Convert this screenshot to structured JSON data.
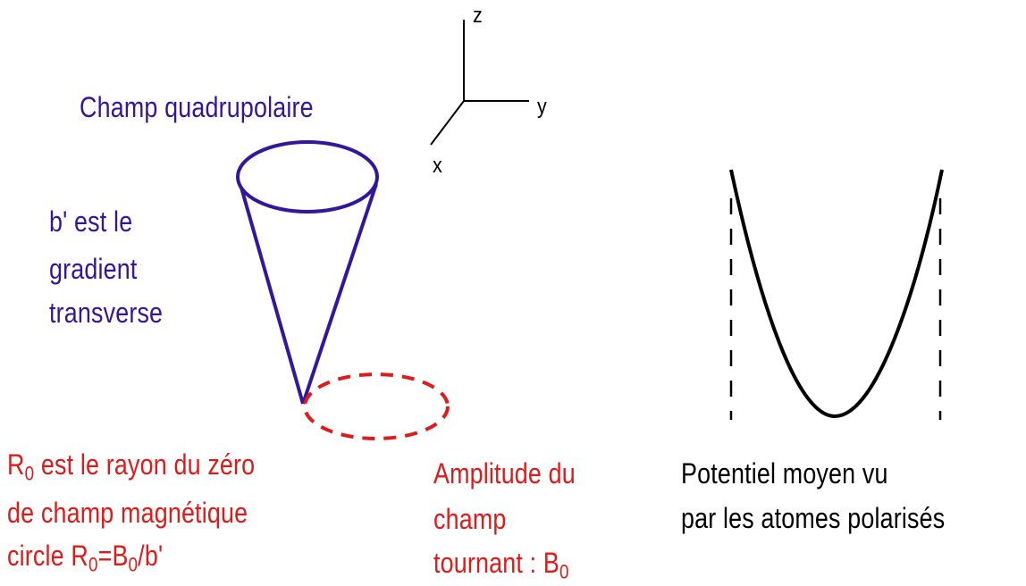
{
  "axes": {
    "z": "z",
    "y": "y",
    "x": "x"
  },
  "quadrupole": {
    "title": "Champ quadrupolaire",
    "gradient_line1": "b' est le",
    "gradient_line2": "gradient",
    "gradient_line3": "transverse"
  },
  "zero_radius": {
    "line1_symbol": "R",
    "line1_subscript": "0",
    "line1_rest": " est le rayon du zéro",
    "line2": "de champ magnétique",
    "line3_prefix": "circle R",
    "line3_sub1": "0",
    "line3_mid": "=B",
    "line3_sub2": "0",
    "line3_suffix": "/b'"
  },
  "rotating_field": {
    "line1": "Amplitude du",
    "line2": "champ",
    "line3_prefix": "tournant : B",
    "line3_subscript": "0"
  },
  "potential": {
    "line1": "Potentiel moyen vu",
    "line2": "par les atomes polarisés"
  },
  "colors": {
    "blue": "#33169c",
    "red": "#e01919",
    "black": "#000000"
  }
}
